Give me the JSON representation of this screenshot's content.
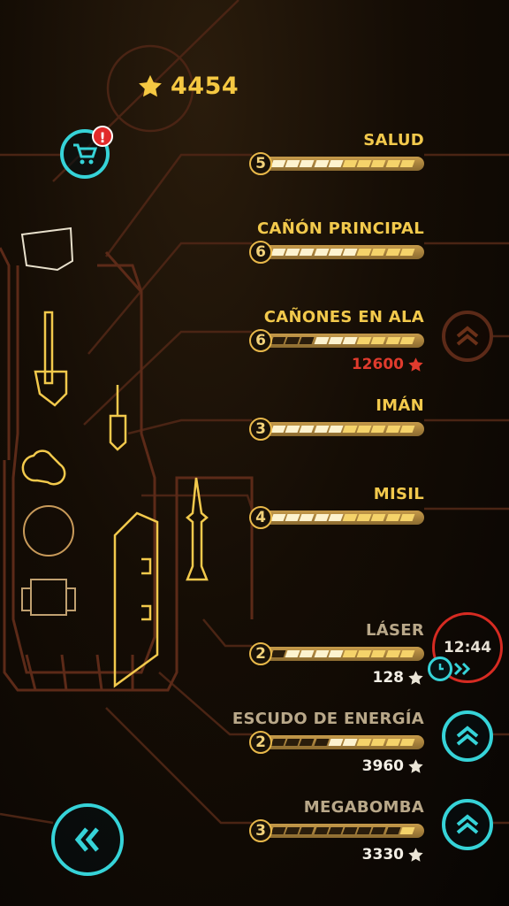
{
  "currency": {
    "stars": "4454",
    "icon": "star-icon"
  },
  "shop": {
    "icon": "cart-icon",
    "alert": "!"
  },
  "colors": {
    "accent": "#36d3d8",
    "gold": "#f2c94c",
    "alert": "#e12a2a"
  },
  "upgrades": [
    {
      "name": "SALUD",
      "level": "5"
    },
    {
      "name": "CAÑÓN PRINCIPAL",
      "level": "6"
    },
    {
      "name": "CAÑONES EN ALA",
      "level": "6",
      "cost": "12600"
    },
    {
      "name": "IMÁN",
      "level": "3"
    },
    {
      "name": "MISIL",
      "level": "4"
    },
    {
      "name": "LÁSER",
      "level": "2",
      "cost": "128"
    },
    {
      "name": "ESCUDO DE ENERGÍA",
      "level": "2",
      "cost": "3960"
    },
    {
      "name": "MEGABOMBA",
      "level": "3",
      "cost": "3330"
    }
  ],
  "laser_timer": "12:44",
  "nav": {
    "back_icon": "double-chevron-left-icon",
    "upgrade_icon": "double-chevron-up-icon"
  }
}
